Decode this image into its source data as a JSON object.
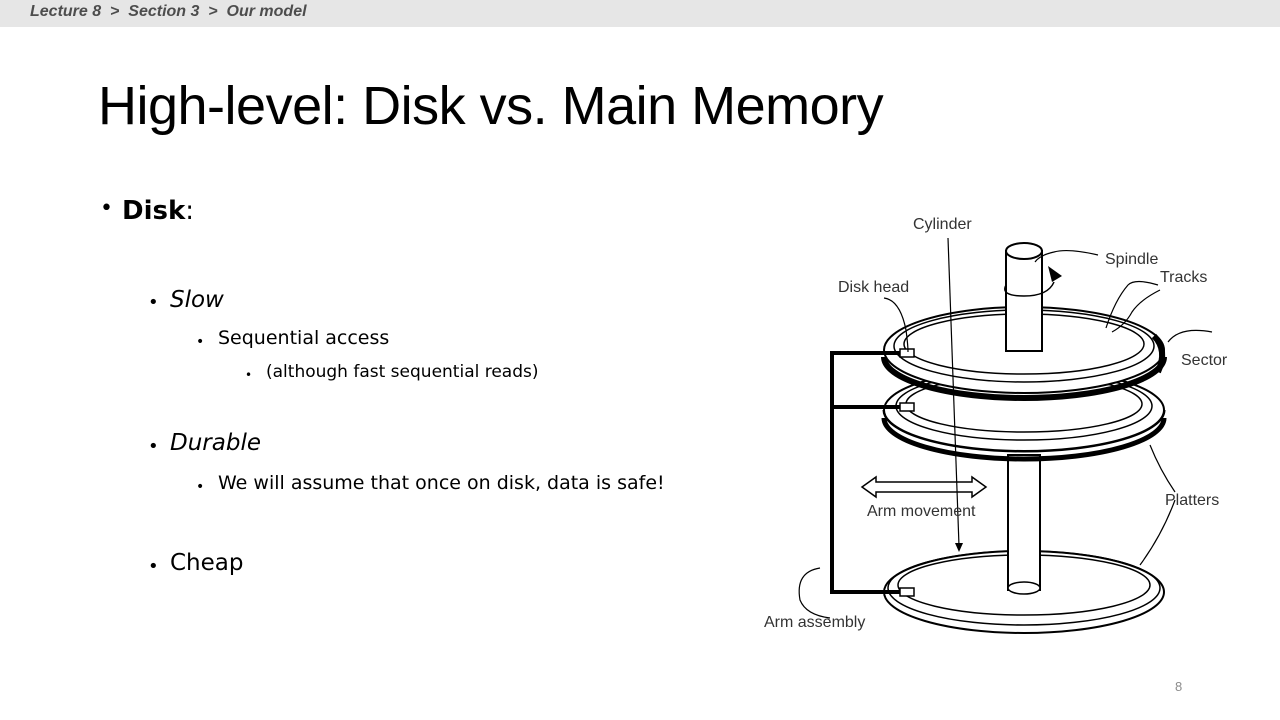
{
  "breadcrumb": {
    "lecture": "Lecture 8",
    "section": "Section 3",
    "page": "Our model",
    "separator": ">"
  },
  "title": "High-level: Disk vs. Main Memory",
  "bullets": {
    "disk_label": "Disk",
    "disk_colon": ":",
    "slow": "Slow",
    "sequential": "Sequential access",
    "although": "(although fast sequential reads)",
    "durable": "Durable",
    "assume": "We will assume that once on disk, data is safe!",
    "cheap": "Cheap"
  },
  "diagram": {
    "cylinder": "Cylinder",
    "spindle": "Spindle",
    "tracks": "Tracks",
    "disk_head": "Disk head",
    "sector": "Sector",
    "platters": "Platters",
    "arm_movement": "Arm movement",
    "arm_assembly": "Arm assembly"
  },
  "page_number": "8"
}
